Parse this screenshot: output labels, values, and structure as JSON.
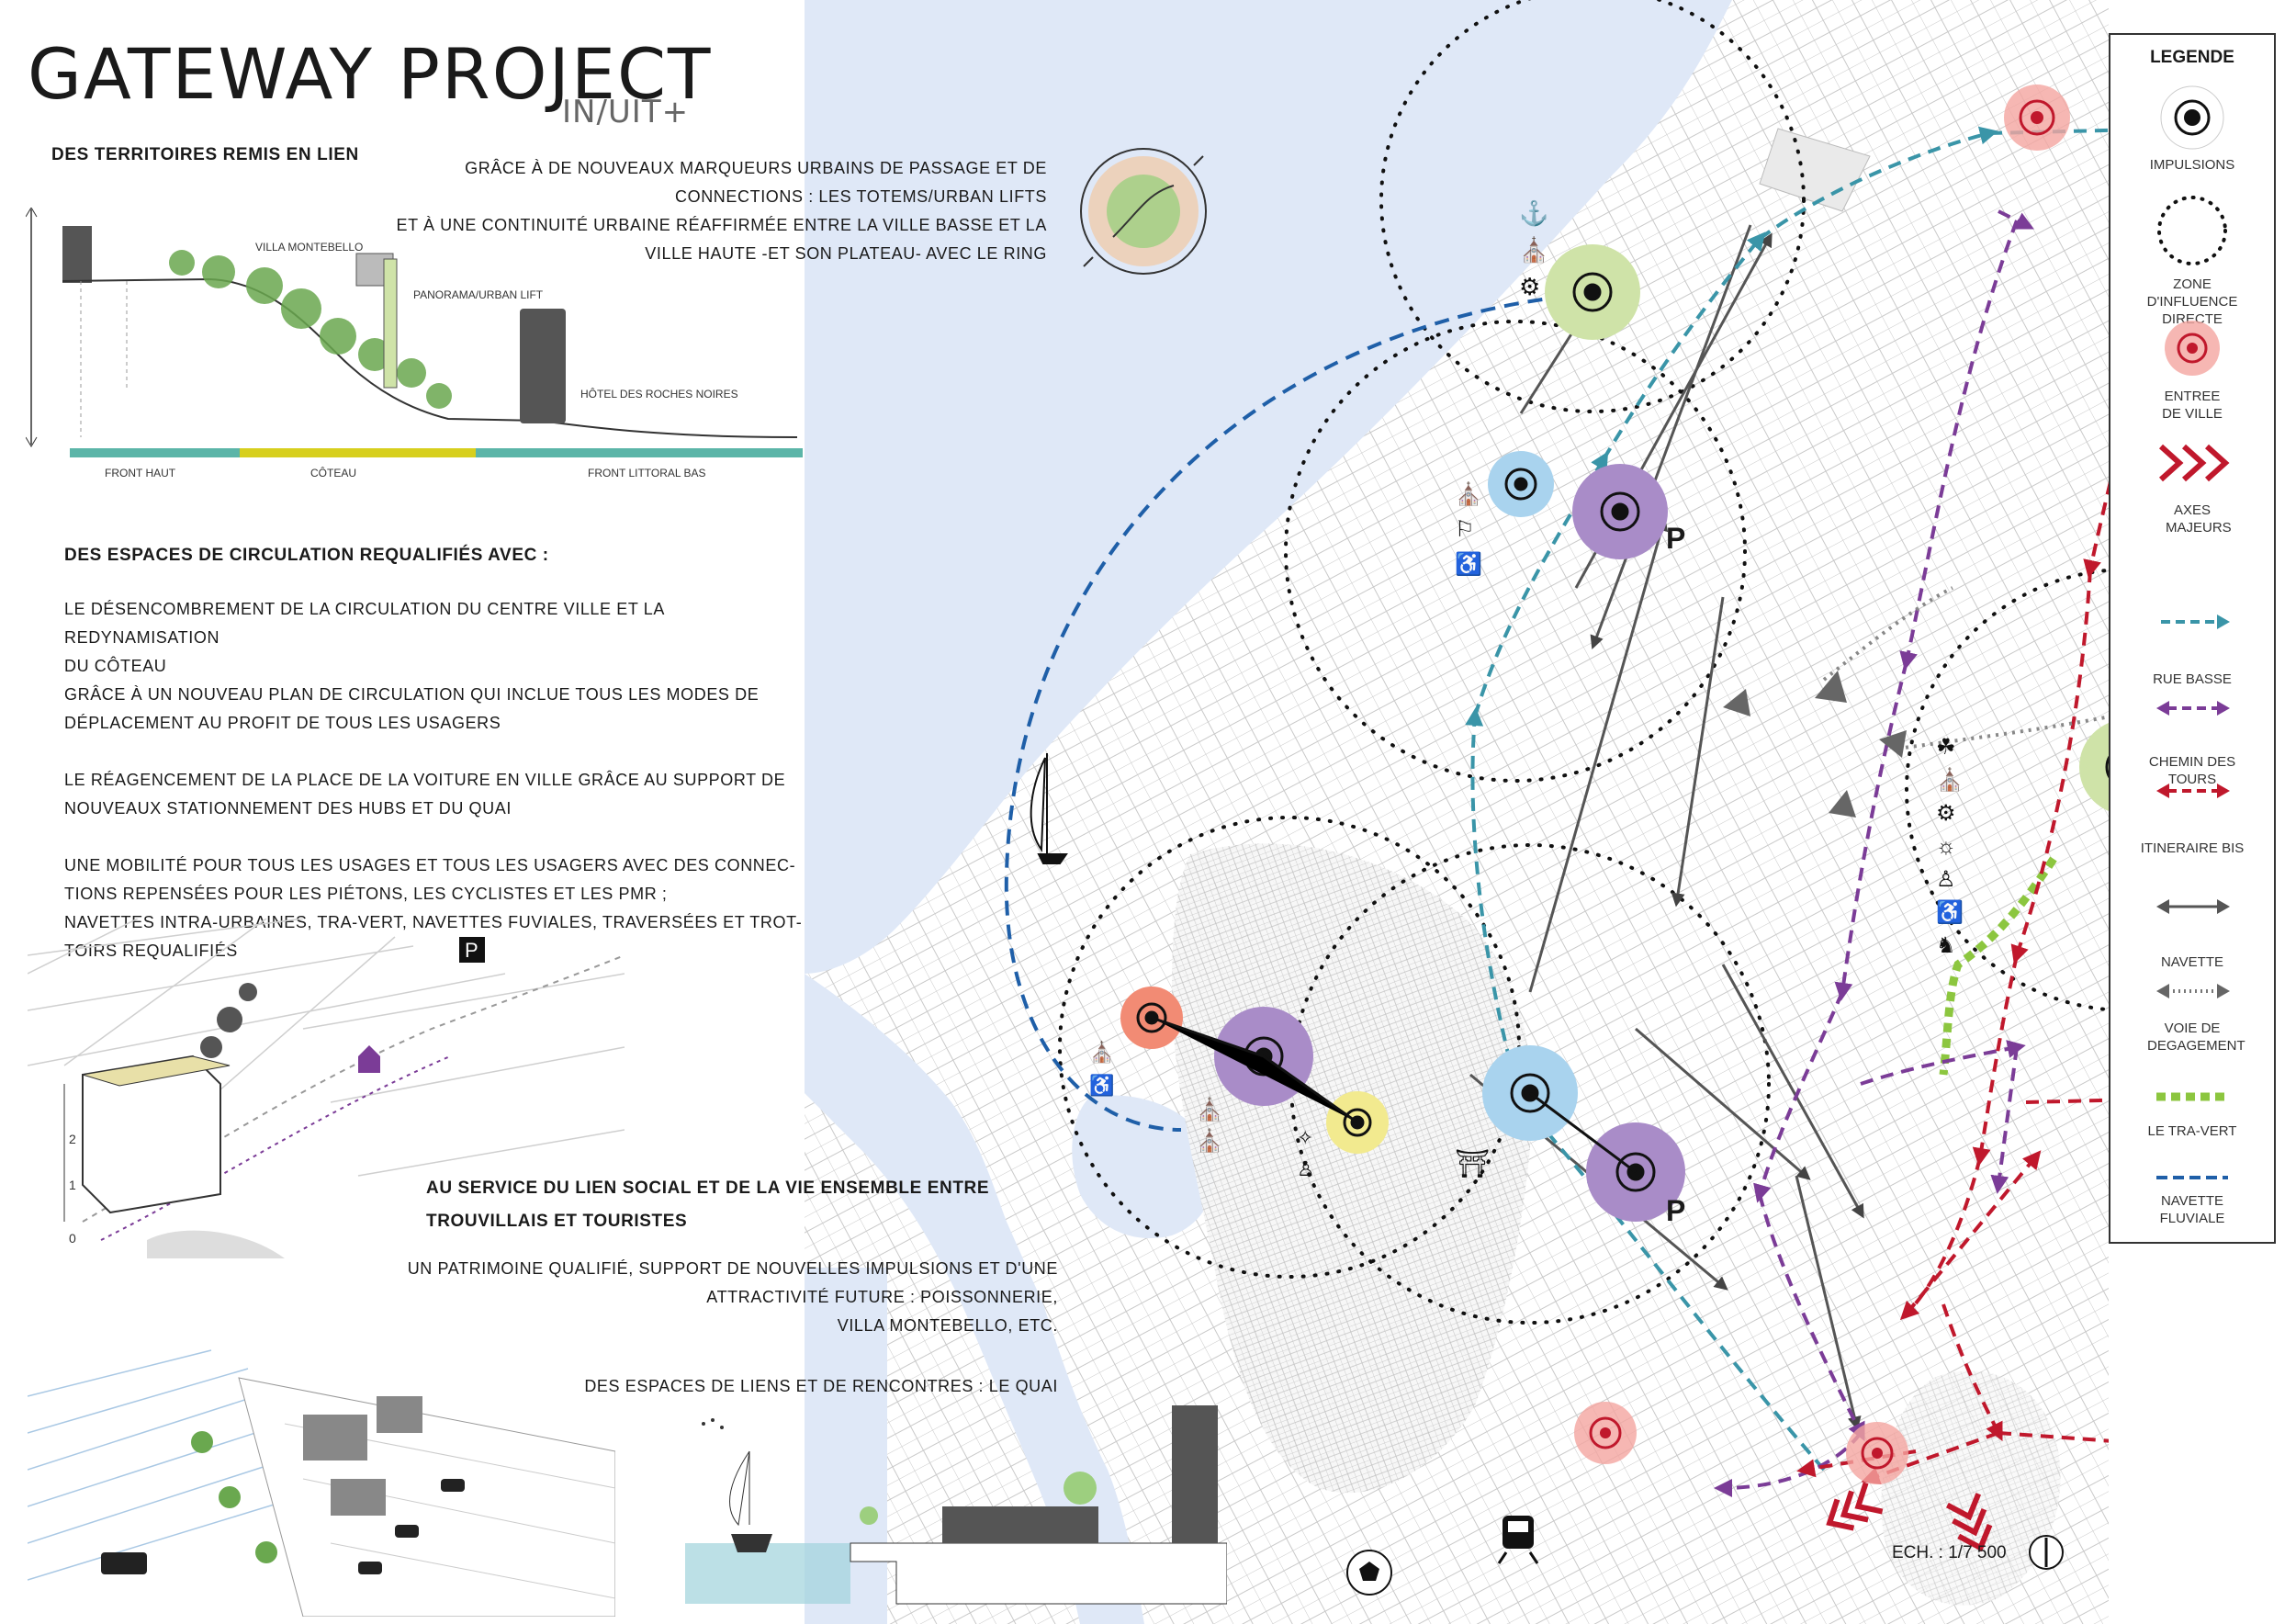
{
  "header": {
    "title": "GATEWAY PROJECT",
    "subtitle": "IN/UIT+"
  },
  "section1": {
    "heading": "DES TERRITOIRES REMIS EN LIEN",
    "intro_lines": [
      "GRÂCE À DE NOUVEAUX MARQUEURS URBAINS DE PASSAGE ET DE",
      "CONNECTIONS : LES TOTEMS/URBAN LIFTS",
      "ET À UNE CONTINUITÉ URBAINE RÉAFFIRMÉE ENTRE LA VILLE BASSE ET LA",
      "VILLE HAUTE -ET SON PLATEAU- AVEC LE RING"
    ],
    "section_labels": {
      "villa": "VILLA MONTEBELLO",
      "panorama": "PANORAMA/URBAN LIFT",
      "hotel": "HÔTEL DES ROCHES NOIRES"
    },
    "bands": [
      {
        "label": "FRONT HAUT",
        "color": "#5bb5a8"
      },
      {
        "label": "CÔTEAU",
        "color": "#d7cf1d"
      },
      {
        "label": "FRONT LITTORAL BAS",
        "color": "#5bb5a8"
      }
    ]
  },
  "section2": {
    "heading": "DES ESPACES DE CIRCULATION REQUALIFIÉS AVEC :",
    "lines": [
      "LE DÉSENCOMBREMENT DE LA CIRCULATION DU CENTRE VILLE ET LA REDYNAMISATION",
      "DU CÔTEAU",
      "GRÂCE À UN NOUVEAU PLAN DE CIRCULATION QUI INCLUE TOUS LES MODES DE",
      "DÉPLACEMENT AU PROFIT DE TOUS LES USAGERS",
      "",
      "LE RÉAGENCEMENT DE LA PLACE DE LA VOITURE EN VILLE GRÂCE AU SUPPORT DE",
      "NOUVEAUX STATIONNEMENT DES HUBS ET DU QUAI",
      "",
      "UNE MOBILITÉ POUR TOUS LES USAGES ET TOUS LES USAGERS AVEC DES CONNEC-",
      "TIONS REPENSÉES POUR LES PIÉTONS, LES CYCLISTES ET LES PMR ;",
      "NAVETTES INTRA-URBAINES, TRA-VERT, NAVETTES FUVIALES, TRAVERSÉES ET TROT-",
      "TOIRS REQUALIFIÉS"
    ],
    "axo_scale": [
      "2",
      "1",
      "0"
    ]
  },
  "section3": {
    "heading_lines": [
      "AU SERVICE DU LIEN SOCIAL ET DE LA VIE ENSEMBLE ENTRE",
      "TROUVILLAIS ET TOURISTES"
    ],
    "lines": [
      "UN PATRIMOINE QUALIFIÉ, SUPPORT DE NOUVELLES IMPULSIONS ET D'UNE",
      "ATTRACTIVITÉ FUTURE : POISSONNERIE,",
      "VILLA MONTEBELLO, ETC."
    ],
    "quai_line": "DES ESPACES DE LIENS ET DE RENCONTRES : LE QUAI"
  },
  "map": {
    "parking_label": "P",
    "scale_label": "ECH. : 1/7 500"
  },
  "legend": {
    "title": "LEGENDE",
    "items": [
      {
        "label": "IMPULSIONS"
      },
      {
        "label": "ZONE D'INFLUENCE DIRECTE"
      },
      {
        "label": "ENTREE DE VILLE"
      },
      {
        "label": "AXES MAJEURS"
      },
      {
        "label": "RUE BASSE",
        "color": "#3a95a8"
      },
      {
        "label": "CHEMIN DES TOURS",
        "color": "#7b3c97"
      },
      {
        "label": "ITINERAIRE BIS",
        "color": "#c0182c"
      },
      {
        "label": "NAVETTE",
        "color": "#555555"
      },
      {
        "label": "VOIE DE DEGAGEMENT",
        "color": "#666666"
      },
      {
        "label": "LE TRA-VERT",
        "color": "#8cc63f"
      },
      {
        "label": "NAVETTE FLUVIALE",
        "color": "#1f5fa8"
      }
    ]
  },
  "colors": {
    "water": "#dfe8f7",
    "impulse_green": "#cfe3a8",
    "impulse_blue": "#a9d3ee",
    "impulse_purple": "#a98cc8",
    "impulse_red": "#f4a5a0",
    "impulse_yellow": "#f2ea8f"
  }
}
